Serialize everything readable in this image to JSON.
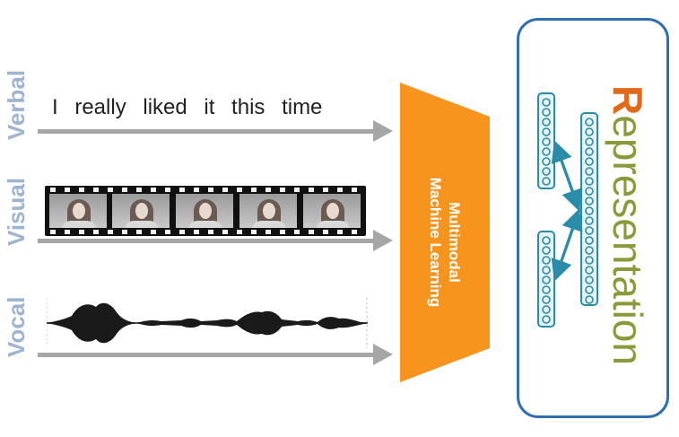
{
  "modalities": {
    "verbal": "Verbal",
    "visual": "Visual",
    "vocal": "Vocal"
  },
  "verbal_text": "I really liked it this time",
  "ml_block": {
    "line1": "Multimodal",
    "line2": "Machine Learning",
    "color": "#f7941d"
  },
  "representation": {
    "first_letter": "R",
    "rest": "epresentation",
    "first_color": "#e06a1a",
    "rest_color": "#8a9a3a",
    "border_color": "#2f6fb0"
  },
  "colors": {
    "arrow": "#a6a6a6",
    "modality_label": "#9fb4cf",
    "network": "#2a8ca8"
  }
}
